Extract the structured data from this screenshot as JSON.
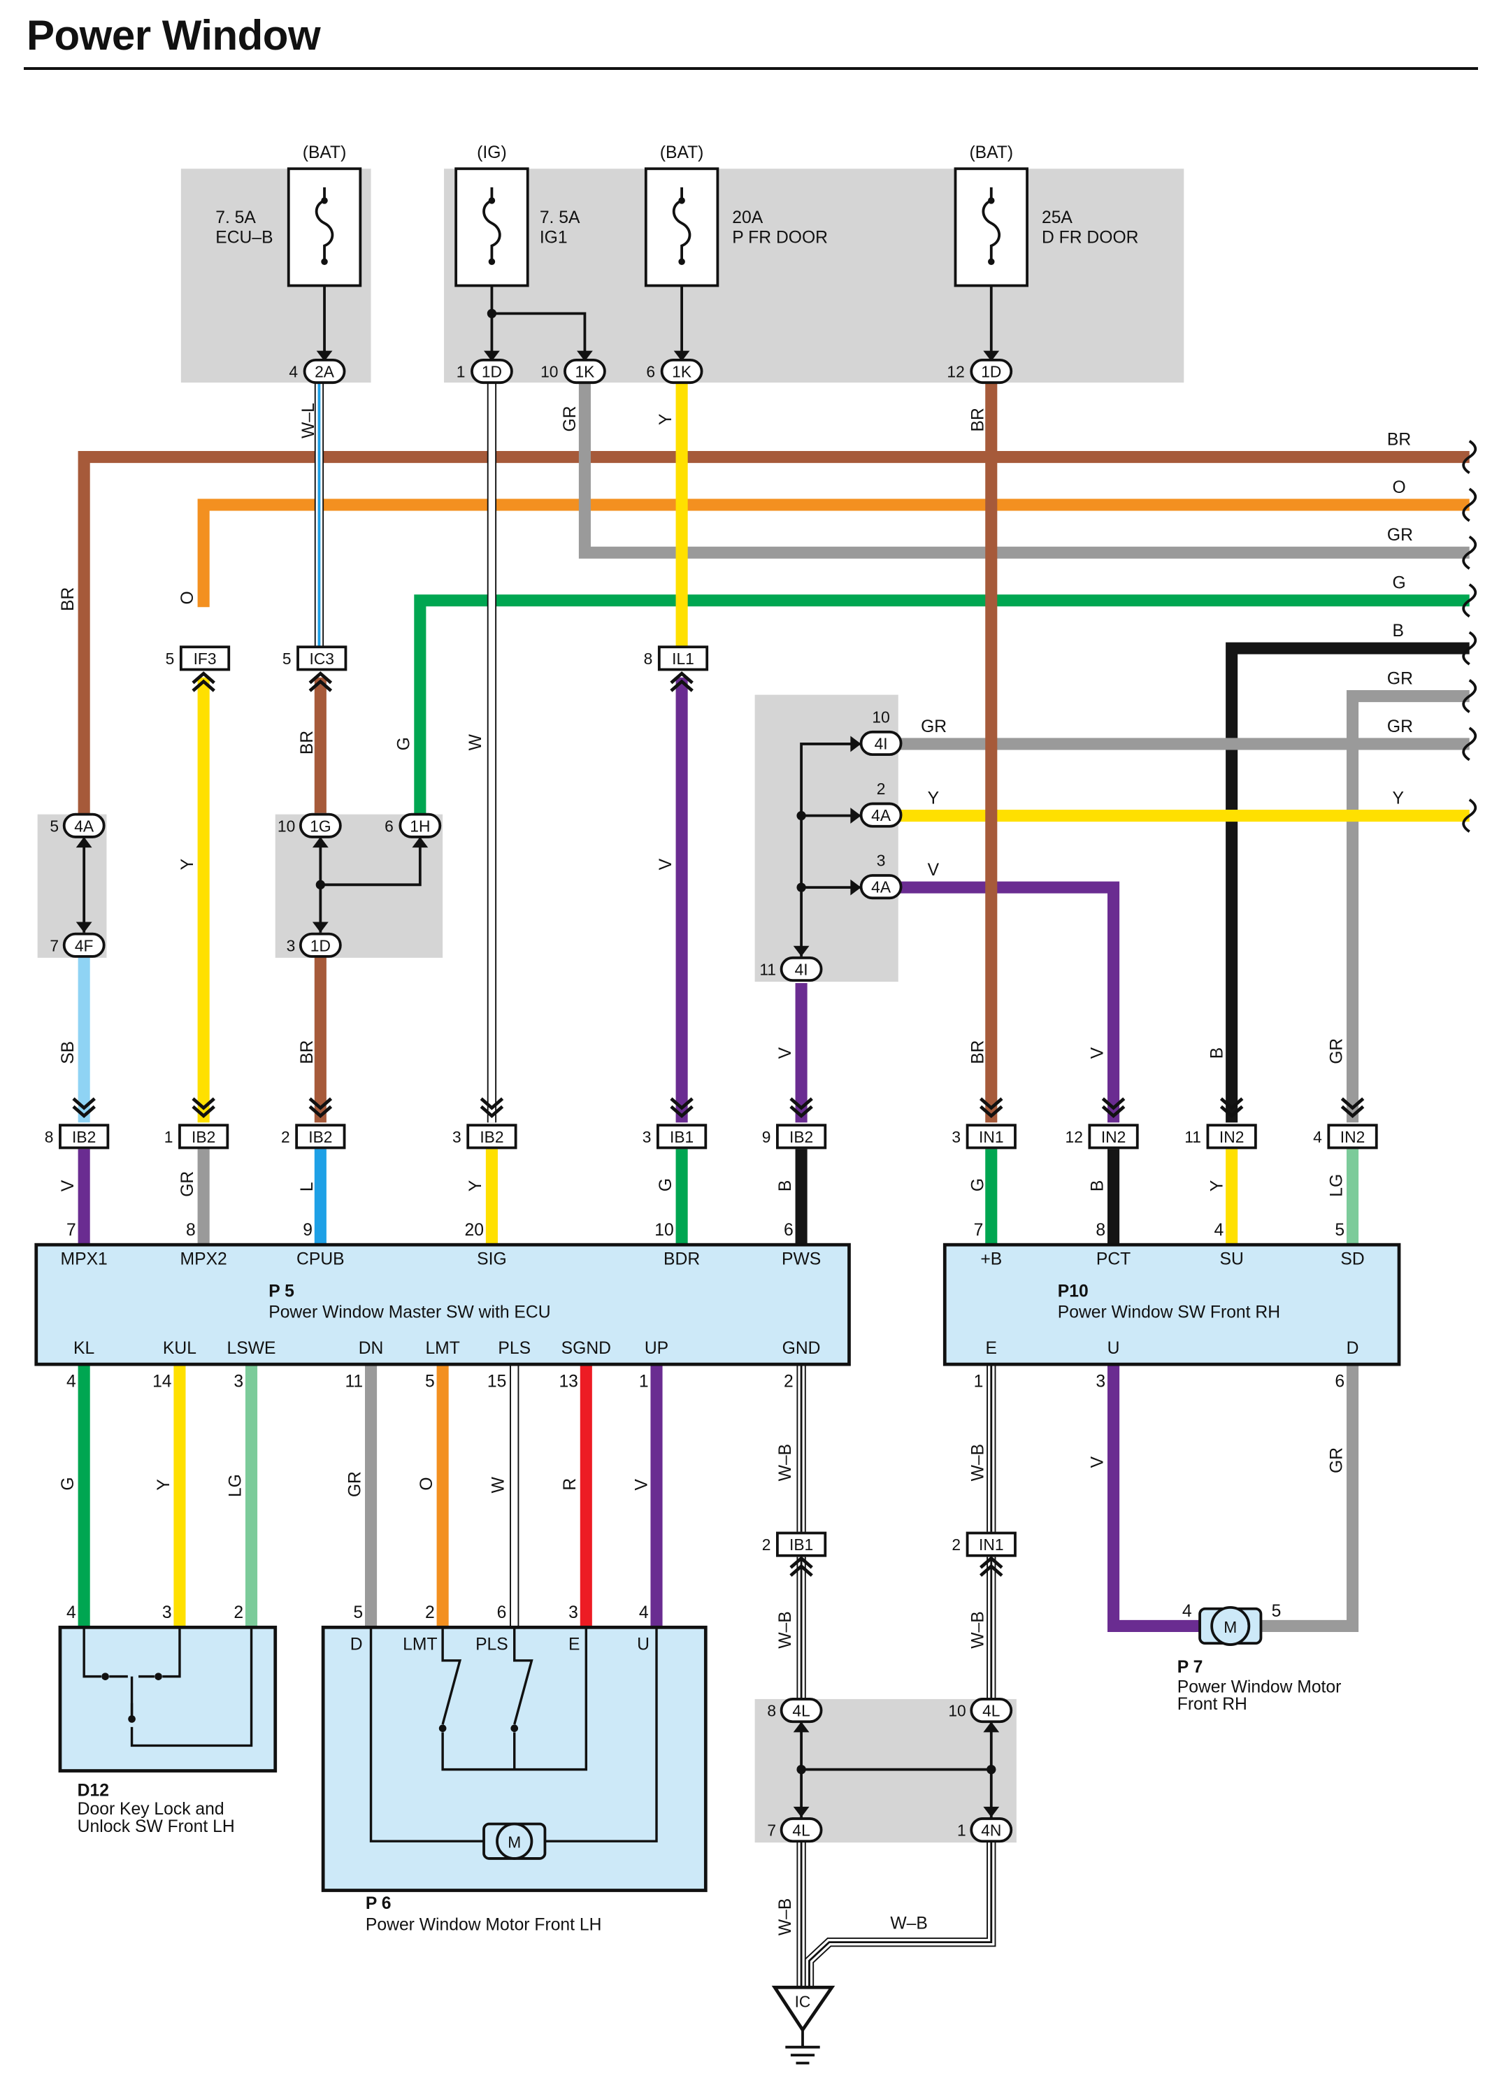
{
  "page": {
    "title": "Power Window"
  },
  "colors": {
    "BR": "#a65a3a",
    "O": "#f39020",
    "GR": "#9a9a9a",
    "G": "#00a651",
    "B": "#151515",
    "Y": "#ffe000",
    "V": "#6a2c91",
    "SB": "#8fd3f4",
    "W": "#ffffff",
    "L": "#1ea0e6",
    "LG": "#7ccb9a",
    "R": "#ed1c24",
    "panel": "#d5d5d5",
    "component": "#cde9f8"
  },
  "fuses": [
    {
      "source": "(BAT)",
      "rating": "7. 5A",
      "name": "ECU–B",
      "conn_pin": "4",
      "conn": "2A"
    },
    {
      "source": "(IG)",
      "rating": "7. 5A",
      "name": "IG1",
      "conn_pin": "1",
      "conn": "1D"
    },
    {
      "source": "(BAT)",
      "rating": "20A",
      "name": "P FR DOOR",
      "conn_pin": "6",
      "conn": "1K"
    },
    {
      "source": "(BAT)",
      "rating": "25A",
      "name": "D FR DOOR",
      "conn_pin": "12",
      "conn": "1D"
    }
  ],
  "extra_connector": {
    "pin": "10",
    "conn": "1K"
  },
  "bus_lines": [
    "BR",
    "O",
    "GR",
    "G",
    "B",
    "GR",
    "GR",
    "Y"
  ],
  "wire_labels": {
    "w_l": "W–L",
    "w": "W",
    "gr": "GR",
    "y": "Y",
    "br": "BR",
    "o": "O",
    "g": "G",
    "b": "B",
    "v": "V",
    "sb": "SB",
    "l": "L",
    "lg": "LG",
    "r": "R",
    "w_b": "W–B"
  },
  "connectors": {
    "if3": {
      "pin": "5",
      "name": "IF3"
    },
    "ic3": {
      "pin": "5",
      "name": "IC3"
    },
    "il1": {
      "pin": "8",
      "name": "IL1"
    },
    "j4a_top": {
      "pin": "5",
      "name": "4A"
    },
    "j4f": {
      "pin": "7",
      "name": "4F"
    },
    "j1g": {
      "pin": "10",
      "name": "1G"
    },
    "j1h": {
      "pin": "6",
      "name": "1H"
    },
    "j1d": {
      "pin": "3",
      "name": "1D"
    },
    "j4i_10": {
      "pin": "10",
      "name": "4I"
    },
    "j4a_2": {
      "pin": "2",
      "name": "4A"
    },
    "j4a_3": {
      "pin": "3",
      "name": "4A"
    },
    "j4i_11": {
      "pin": "11",
      "name": "4I"
    },
    "ib2_8": {
      "pin": "8",
      "name": "IB2"
    },
    "ib2_1": {
      "pin": "1",
      "name": "IB2"
    },
    "ib2_2": {
      "pin": "2",
      "name": "IB2"
    },
    "ib2_3": {
      "pin": "3",
      "name": "IB2"
    },
    "ib1_3": {
      "pin": "3",
      "name": "IB1"
    },
    "ib2_9": {
      "pin": "9",
      "name": "IB2"
    },
    "in1_3": {
      "pin": "3",
      "name": "IN1"
    },
    "in2_12": {
      "pin": "12",
      "name": "IN2"
    },
    "in2_11": {
      "pin": "11",
      "name": "IN2"
    },
    "in2_4": {
      "pin": "4",
      "name": "IN2"
    },
    "ib1_2": {
      "pin": "2",
      "name": "IB1"
    },
    "in1_2": {
      "pin": "2",
      "name": "IN1"
    },
    "j4l_8": {
      "pin": "8",
      "name": "4L"
    },
    "j4l_10": {
      "pin": "10",
      "name": "4L"
    },
    "j4l_7": {
      "pin": "7",
      "name": "4L"
    },
    "j4n_1": {
      "pin": "1",
      "name": "4N"
    },
    "ground": {
      "name": "IC"
    }
  },
  "p5": {
    "code": "P 5",
    "name": "Power Window Master SW with ECU",
    "top_pins": [
      {
        "num": "7",
        "label": "MPX1",
        "wire": "V"
      },
      {
        "num": "8",
        "label": "MPX2",
        "wire": "GR"
      },
      {
        "num": "9",
        "label": "CPUB",
        "wire": "L"
      },
      {
        "num": "20",
        "label": "SIG",
        "wire": "Y"
      },
      {
        "num": "10",
        "label": "BDR",
        "wire": "G"
      },
      {
        "num": "6",
        "label": "PWS",
        "wire": "B"
      }
    ],
    "bottom_pins": [
      {
        "num": "4",
        "label": "KL",
        "wire": "G"
      },
      {
        "num": "14",
        "label": "KUL",
        "wire": "Y"
      },
      {
        "num": "3",
        "label": "LSWE",
        "wire": "LG"
      },
      {
        "num": "11",
        "label": "DN",
        "wire": "GR"
      },
      {
        "num": "5",
        "label": "LMT",
        "wire": "O"
      },
      {
        "num": "15",
        "label": "PLS",
        "wire": "W"
      },
      {
        "num": "13",
        "label": "SGND",
        "wire": "R"
      },
      {
        "num": "1",
        "label": "UP",
        "wire": "V"
      },
      {
        "num": "2",
        "label": "GND",
        "wire": "W–B"
      }
    ]
  },
  "p10": {
    "code": "P10",
    "name": "Power Window SW Front RH",
    "top_pins": [
      {
        "num": "7",
        "label": "+B",
        "wire": "G"
      },
      {
        "num": "8",
        "label": "PCT",
        "wire": "B"
      },
      {
        "num": "4",
        "label": "SU",
        "wire": "Y"
      },
      {
        "num": "5",
        "label": "SD",
        "wire": "LG"
      }
    ],
    "bottom_pins": [
      {
        "num": "1",
        "label": "E",
        "wire": "W–B"
      },
      {
        "num": "3",
        "label": "U",
        "wire": "V"
      },
      {
        "num": "6",
        "label": "D",
        "wire": "GR"
      }
    ]
  },
  "d12": {
    "code": "D12",
    "name_line1": "Door Key Lock and",
    "name_line2": "Unlock SW Front LH",
    "pins": [
      "4",
      "3",
      "2"
    ]
  },
  "p6": {
    "code": "P 6",
    "name": "Power Window Motor Front LH",
    "pins": [
      "5",
      "2",
      "6",
      "3",
      "4"
    ],
    "labels": [
      "D",
      "LMT",
      "PLS",
      "E",
      "U"
    ],
    "motor": "M"
  },
  "p7": {
    "code": "P 7",
    "name_line1": "Power Window Motor",
    "name_line2": "Front RH",
    "pins": [
      "4",
      "5"
    ],
    "motor": "M"
  }
}
